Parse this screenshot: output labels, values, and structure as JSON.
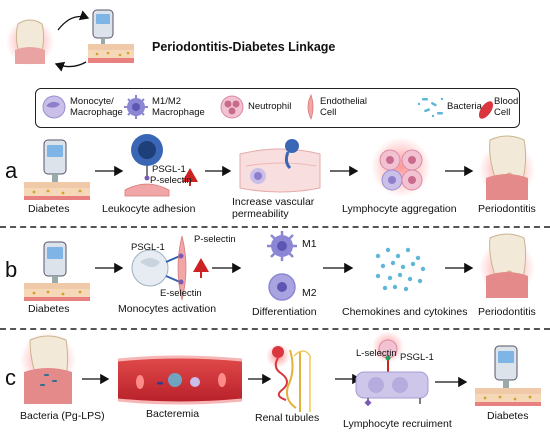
{
  "title": "Periodontitis-Diabetes Linkage",
  "legend": {
    "monocyte": "Monocyte/\nMacrophage",
    "m1m2": "M1/M2\nMacrophage",
    "neutrophil": "Neutrophil",
    "endothelial": "Endothelial\nCell",
    "bacteria": "Bacteria",
    "blood": "Blood\nCell"
  },
  "row_a": {
    "letter": "a",
    "diabetes": "Diabetes",
    "leukocyte": "Leukocyte adhesion",
    "psgl": "PSGL-1",
    "pselectin": "P-selectin",
    "vascular": "Increase vascular\npermeability",
    "lymph": "Lymphocyte aggregation",
    "perio": "Periodontitis"
  },
  "row_b": {
    "letter": "b",
    "diabetes": "Diabetes",
    "psgl": "PSGL-1",
    "pselectin": "P-selectin",
    "eselectin": "E-selectin",
    "monocytes": "Monocytes activation",
    "m1": "M1",
    "m2": "M2",
    "diff": "Differentiation",
    "chemo": "Chemokines and cytokines",
    "perio": "Periodontitis"
  },
  "row_c": {
    "letter": "c",
    "bacteria": "Bacteria (Pg-LPS)",
    "bacteremia": "Bacteremia",
    "renal": "Renal tubules",
    "lselectin": "L-selectin",
    "psgl": "PSGL-1",
    "lymph": "Lymphocyte recruiment",
    "diabetes": "Diabetes"
  },
  "colors": {
    "monocyte": "#a89bd6",
    "macrophage": "#8c87d4",
    "neutrophil": "#e9a0b8",
    "endothelial": "#f1a7a7",
    "bacteria": "#5fb7d8",
    "blood": "#d9363e",
    "arrow_red": "#cc2222",
    "receptor_blue": "#2f63b0"
  }
}
